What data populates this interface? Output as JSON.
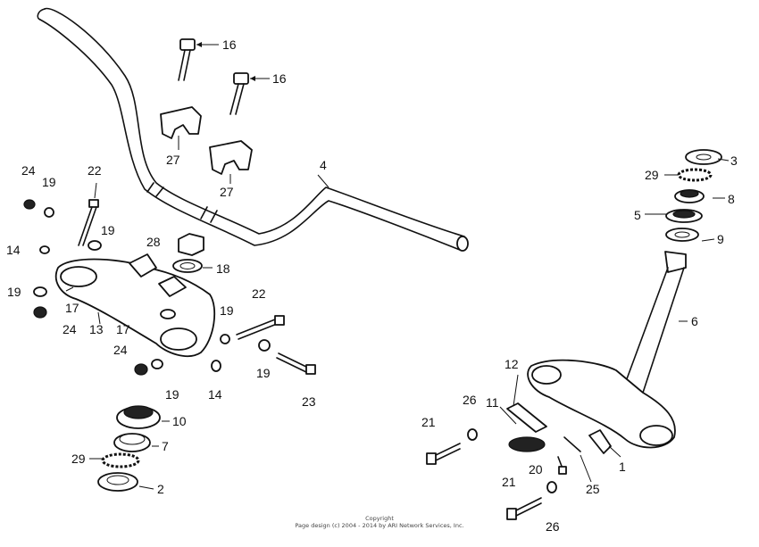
{
  "diagram": {
    "callouts": {
      "c16a": "16",
      "c16b": "16",
      "c27a": "27",
      "c27b": "27",
      "c4": "4",
      "c24a": "24",
      "c19a": "19",
      "c22a": "22",
      "c19b": "19",
      "c14a": "14",
      "c28": "28",
      "c18": "18",
      "c19c": "19",
      "c17a": "17",
      "c24b": "24",
      "c13": "13",
      "c17b": "17",
      "c24c": "24",
      "c19d": "19",
      "c22b": "22",
      "c19e": "19",
      "c14b": "14",
      "c19f": "19",
      "c23": "23",
      "c10": "10",
      "c7": "7",
      "c29a": "29",
      "c2": "2",
      "c3": "3",
      "c29b": "29",
      "c8": "8",
      "c5": "5",
      "c9": "9",
      "c6": "6",
      "c12": "12",
      "c26a": "26",
      "c11": "11",
      "c21a": "21",
      "c1": "1",
      "c20": "20",
      "c25": "25",
      "c21b": "21",
      "c26b": "26"
    },
    "copyright": {
      "line1": "Copyright",
      "line2": "Page design (c) 2004 - 2014 by ARI Network Services, Inc."
    }
  }
}
